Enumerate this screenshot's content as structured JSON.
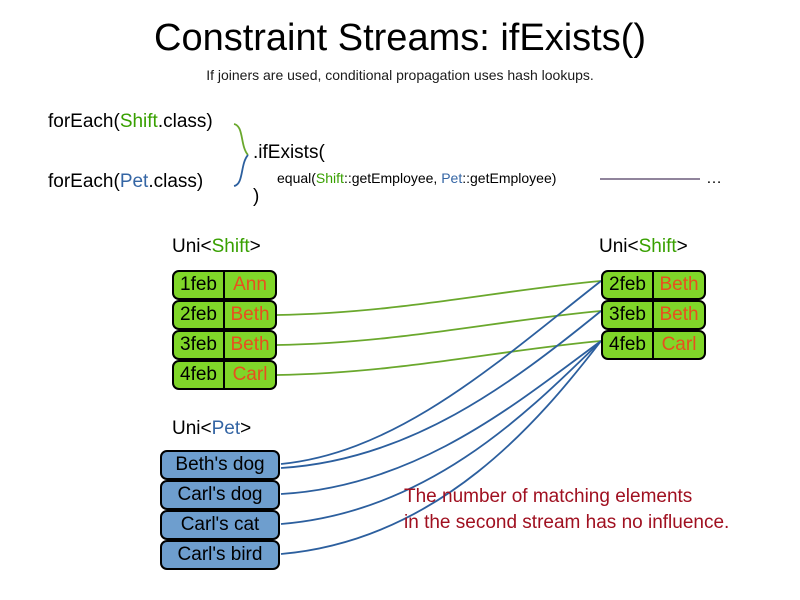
{
  "header": {
    "title": "Constraint Streams: ifExists()",
    "subtitle": "If joiners are used, conditional propagation uses hash lookups."
  },
  "code": {
    "foreach_shift_prefix": "forEach(",
    "foreach_shift_type": "Shift",
    "foreach_shift_suffix": ".class)",
    "foreach_pet_prefix": "forEach(",
    "foreach_pet_type": "Pet",
    "foreach_pet_suffix": ".class)",
    "ifexists_open": ".ifExists(",
    "equal_prefix": "equal(",
    "equal_left_type": "Shift",
    "equal_left_method": "::getEmployee, ",
    "equal_right_type": "Pet",
    "equal_right_method": "::getEmployee)",
    "close_paren": ")",
    "ellipsis": "…"
  },
  "labels": {
    "uni_shift_left_prefix": "Uni<",
    "uni_shift_left_type": "Shift",
    "uni_shift_left_suffix": ">",
    "uni_shift_right_prefix": "Uni<",
    "uni_shift_right_type": "Shift",
    "uni_shift_right_suffix": ">",
    "uni_pet_prefix": "Uni<",
    "uni_pet_type": "Pet",
    "uni_pet_suffix": ">"
  },
  "streams": {
    "shift_input": [
      {
        "date": "1feb",
        "employee": "Ann"
      },
      {
        "date": "2feb",
        "employee": "Beth"
      },
      {
        "date": "3feb",
        "employee": "Beth"
      },
      {
        "date": "4feb",
        "employee": "Carl"
      }
    ],
    "pet_input": [
      {
        "name": "Beth's dog"
      },
      {
        "name": "Carl's dog"
      },
      {
        "name": "Carl's cat"
      },
      {
        "name": "Carl's bird"
      }
    ],
    "shift_output": [
      {
        "date": "2feb",
        "employee": "Beth"
      },
      {
        "date": "3feb",
        "employee": "Beth"
      },
      {
        "date": "4feb",
        "employee": "Carl"
      }
    ]
  },
  "annotation": {
    "line1": "The number of matching elements",
    "line2": "in the second stream has no influence."
  },
  "colors": {
    "shift_green": "#80d629",
    "pet_blue": "#6e9ece",
    "shift_token": "#38a000",
    "pet_token": "#3465a4",
    "employee_text": "#e8501e",
    "annotation_red": "#a01020",
    "green_link": "#6aa82d",
    "blue_link": "#2c5f9e",
    "rule_line": "#6b5b7b",
    "box_border": "#000000"
  }
}
